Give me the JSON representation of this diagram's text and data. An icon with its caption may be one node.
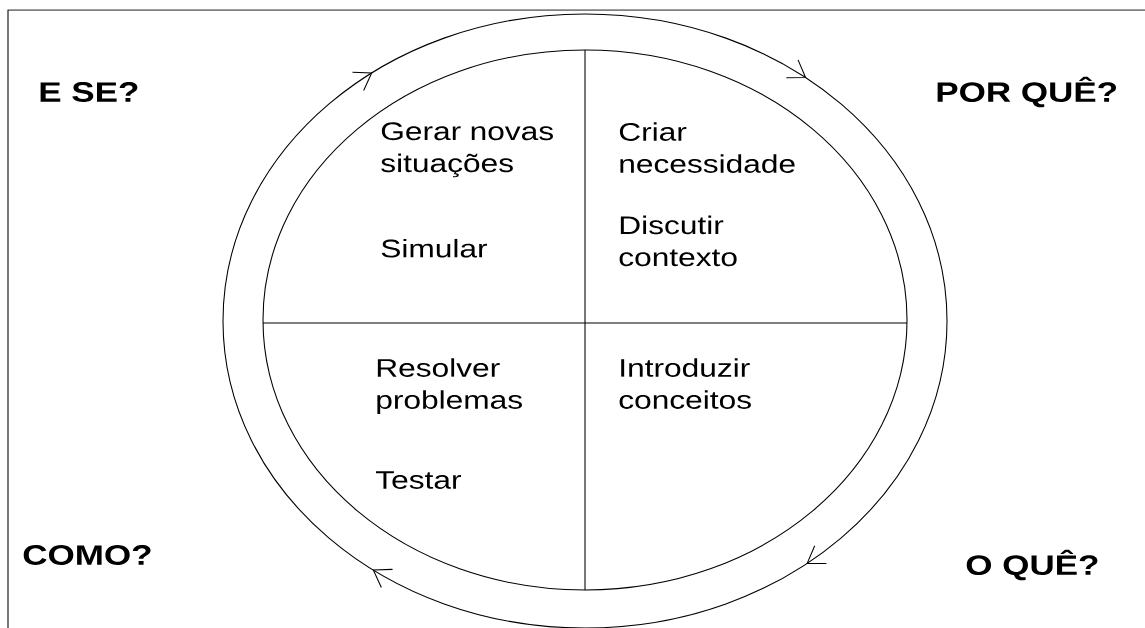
{
  "diagram": {
    "nodes": [
      {
        "text": [],
        "shape": "circle"
      },
      {
        "text": [
          "Gerar novas situações",
          "Simular"
        ],
        "in": 0
      },
      {
        "text": [
          "Criar necessidade",
          "Discutir contexto"
        ],
        "in": 0
      },
      {
        "text": [
          "Resolver problemas",
          "Testar"
        ],
        "in": 0
      },
      {
        "text": [
          "Introduzir conceitos"
        ],
        "in": 0
      }
    ],
    "labels": [
      "E SE?",
      "POR QUÊ?",
      "COMO?",
      "O QUÊ?"
    ]
  }
}
